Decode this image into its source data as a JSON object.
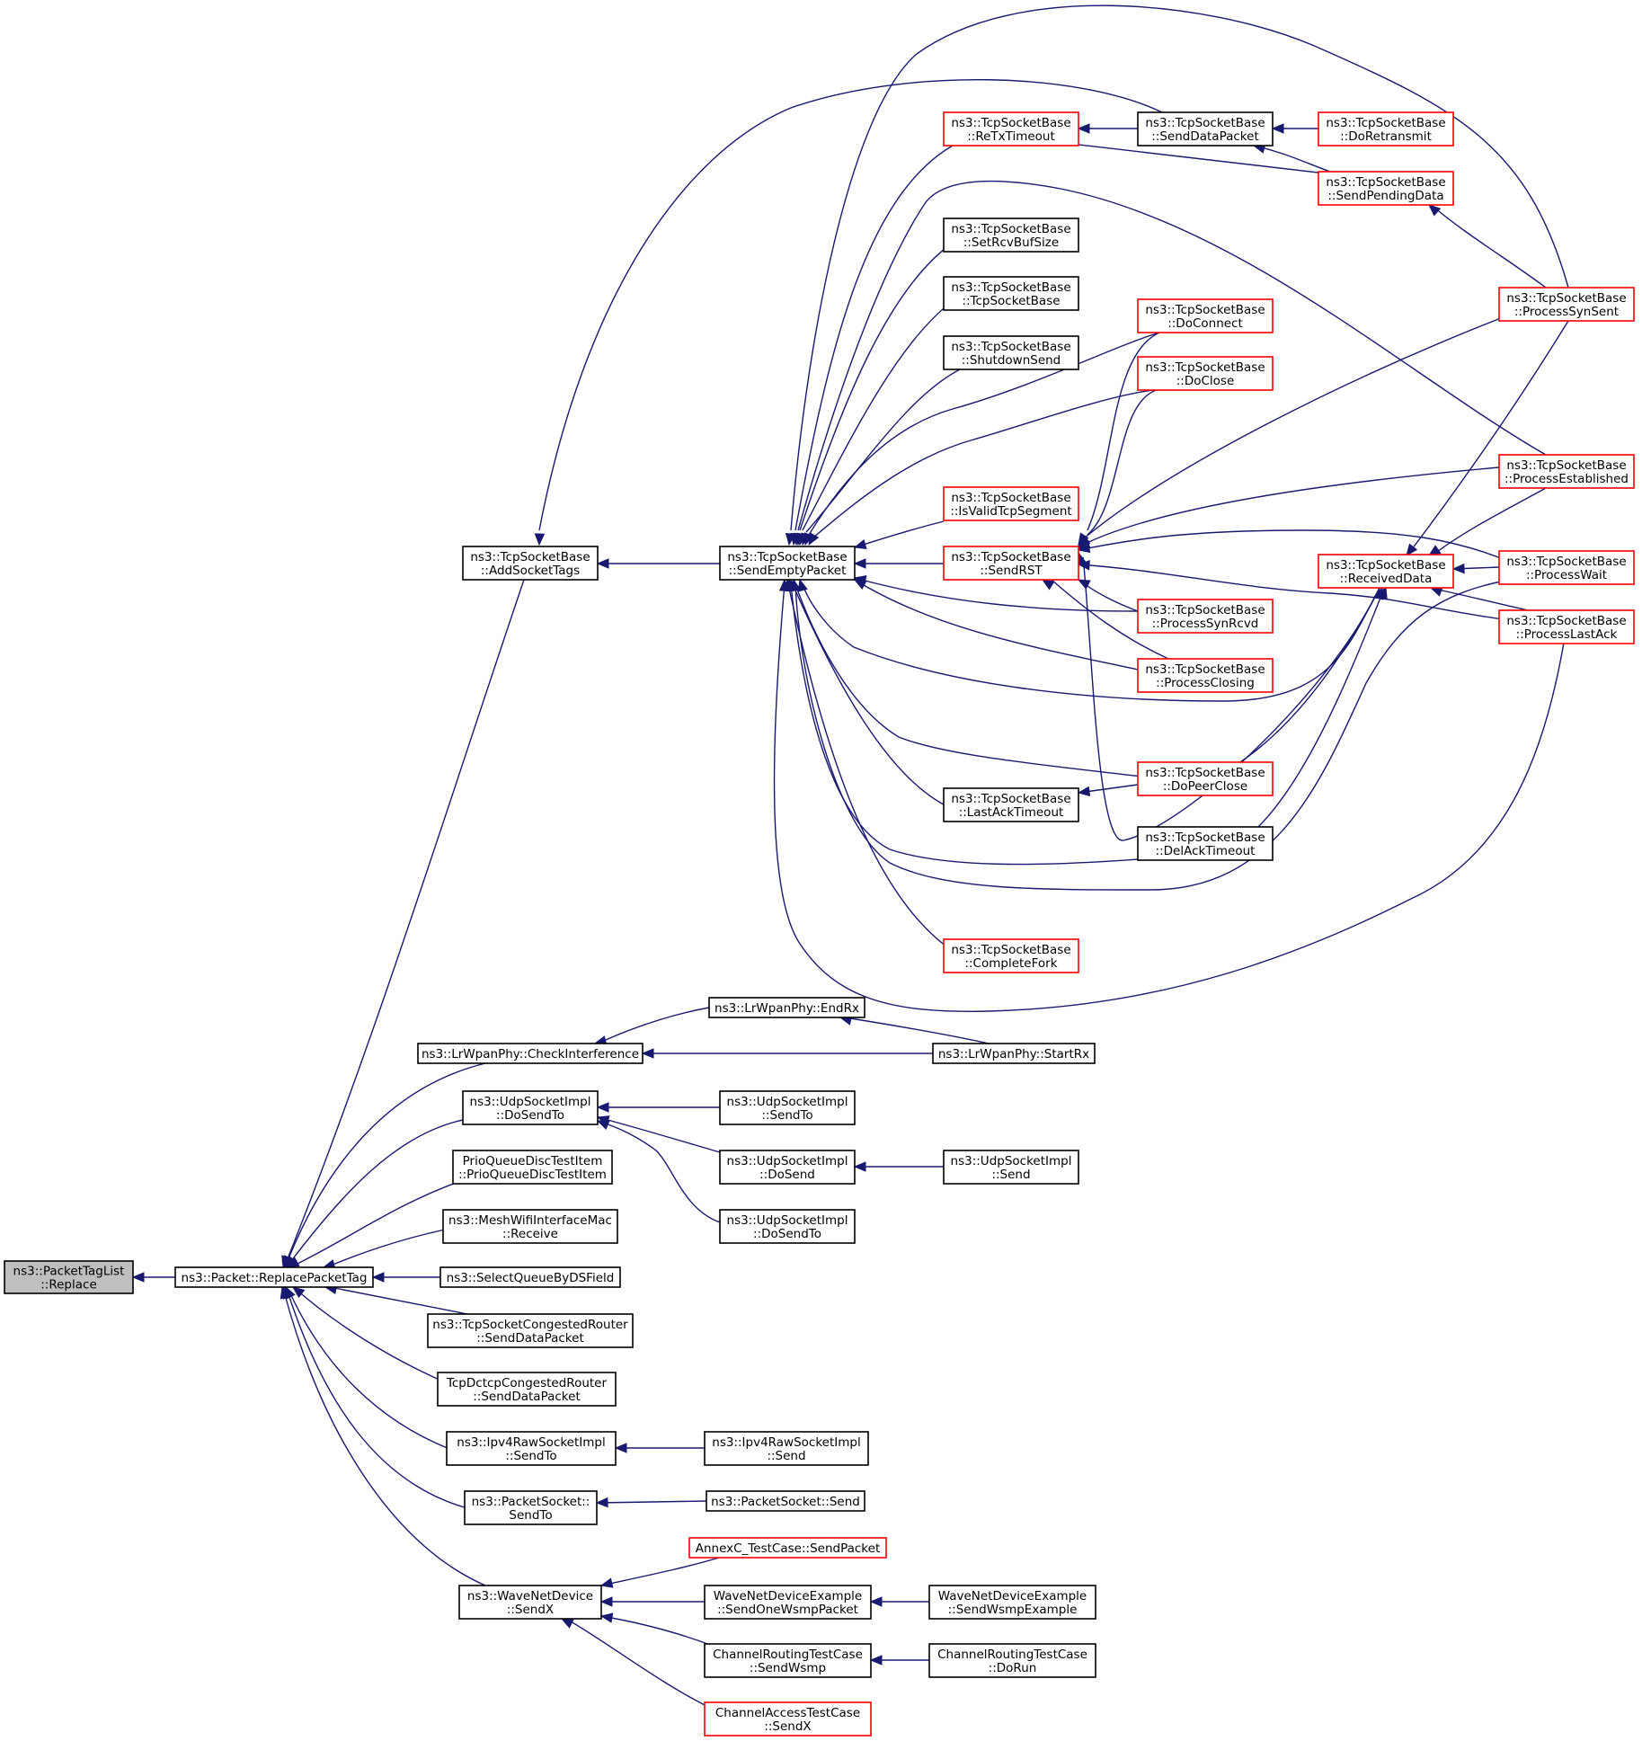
{
  "colors": {
    "edge": "#191970",
    "node_border_normal": "#000000",
    "node_border_truncated": "#ff0000",
    "node_fill": "#ffffff",
    "root_fill": "#bfbfbf"
  },
  "nodes": [
    {
      "id": "root",
      "lines": [
        "ns3::PacketTagList",
        "::Replace"
      ],
      "style": "root"
    },
    {
      "id": "replace_tag",
      "lines": [
        "ns3::Packet::ReplacePacketTag"
      ],
      "style": "normal"
    },
    {
      "id": "add_socket_tags",
      "lines": [
        "ns3::TcpSocketBase",
        "::AddSocketTags"
      ],
      "style": "normal"
    },
    {
      "id": "send_empty",
      "lines": [
        "ns3::TcpSocketBase",
        "::SendEmptyPacket"
      ],
      "style": "normal"
    },
    {
      "id": "retx_timeout",
      "lines": [
        "ns3::TcpSocketBase",
        "::ReTxTimeout"
      ],
      "style": "truncated"
    },
    {
      "id": "send_data_packet",
      "lines": [
        "ns3::TcpSocketBase",
        "::SendDataPacket"
      ],
      "style": "normal"
    },
    {
      "id": "do_retransmit",
      "lines": [
        "ns3::TcpSocketBase",
        "::DoRetransmit"
      ],
      "style": "truncated"
    },
    {
      "id": "send_pending",
      "lines": [
        "ns3::TcpSocketBase",
        "::SendPendingData"
      ],
      "style": "truncated"
    },
    {
      "id": "set_rcvbuf",
      "lines": [
        "ns3::TcpSocketBase",
        "::SetRcvBufSize"
      ],
      "style": "normal"
    },
    {
      "id": "tcp_ctor",
      "lines": [
        "ns3::TcpSocketBase",
        "::TcpSocketBase"
      ],
      "style": "normal"
    },
    {
      "id": "shutdown_send",
      "lines": [
        "ns3::TcpSocketBase",
        "::ShutdownSend"
      ],
      "style": "normal"
    },
    {
      "id": "do_connect",
      "lines": [
        "ns3::TcpSocketBase",
        "::DoConnect"
      ],
      "style": "truncated"
    },
    {
      "id": "do_close",
      "lines": [
        "ns3::TcpSocketBase",
        "::DoClose"
      ],
      "style": "truncated"
    },
    {
      "id": "is_valid_seg",
      "lines": [
        "ns3::TcpSocketBase",
        "::IsValidTcpSegment"
      ],
      "style": "truncated"
    },
    {
      "id": "send_rst",
      "lines": [
        "ns3::TcpSocketBase",
        "::SendRST"
      ],
      "style": "truncated"
    },
    {
      "id": "process_syn_sent",
      "lines": [
        "ns3::TcpSocketBase",
        "::ProcessSynSent"
      ],
      "style": "truncated"
    },
    {
      "id": "process_established",
      "lines": [
        "ns3::TcpSocketBase",
        "::ProcessEstablished"
      ],
      "style": "truncated"
    },
    {
      "id": "received_data",
      "lines": [
        "ns3::TcpSocketBase",
        "::ReceivedData"
      ],
      "style": "truncated"
    },
    {
      "id": "process_wait",
      "lines": [
        "ns3::TcpSocketBase",
        "::ProcessWait"
      ],
      "style": "truncated"
    },
    {
      "id": "process_last_ack",
      "lines": [
        "ns3::TcpSocketBase",
        "::ProcessLastAck"
      ],
      "style": "truncated"
    },
    {
      "id": "process_syn_rcvd",
      "lines": [
        "ns3::TcpSocketBase",
        "::ProcessSynRcvd"
      ],
      "style": "truncated"
    },
    {
      "id": "process_closing",
      "lines": [
        "ns3::TcpSocketBase",
        "::ProcessClosing"
      ],
      "style": "truncated"
    },
    {
      "id": "do_peer_close",
      "lines": [
        "ns3::TcpSocketBase",
        "::DoPeerClose"
      ],
      "style": "truncated"
    },
    {
      "id": "last_ack_timeout",
      "lines": [
        "ns3::TcpSocketBase",
        "::LastAckTimeout"
      ],
      "style": "normal"
    },
    {
      "id": "del_ack_timeout",
      "lines": [
        "ns3::TcpSocketBase",
        "::DelAckTimeout"
      ],
      "style": "normal"
    },
    {
      "id": "complete_fork",
      "lines": [
        "ns3::TcpSocketBase",
        "::CompleteFork"
      ],
      "style": "truncated"
    },
    {
      "id": "check_interference",
      "lines": [
        "ns3::LrWpanPhy::CheckInterference"
      ],
      "style": "normal"
    },
    {
      "id": "end_rx",
      "lines": [
        "ns3::LrWpanPhy::EndRx"
      ],
      "style": "normal"
    },
    {
      "id": "start_rx",
      "lines": [
        "ns3::LrWpanPhy::StartRx"
      ],
      "style": "normal"
    },
    {
      "id": "udp_do_send_to",
      "lines": [
        "ns3::UdpSocketImpl",
        "::DoSendTo"
      ],
      "style": "normal"
    },
    {
      "id": "udp_send_to",
      "lines": [
        "ns3::UdpSocketImpl",
        "::SendTo"
      ],
      "style": "normal"
    },
    {
      "id": "udp_do_send",
      "lines": [
        "ns3::UdpSocketImpl",
        "::DoSend"
      ],
      "style": "normal"
    },
    {
      "id": "udp_send",
      "lines": [
        "ns3::UdpSocketImpl",
        "::Send"
      ],
      "style": "normal"
    },
    {
      "id": "udp_do_send_to_2",
      "lines": [
        "ns3::UdpSocketImpl",
        "::DoSendTo"
      ],
      "style": "normal"
    },
    {
      "id": "prio_queue",
      "lines": [
        "PrioQueueDiscTestItem",
        "::PrioQueueDiscTestItem"
      ],
      "style": "normal"
    },
    {
      "id": "mesh_receive",
      "lines": [
        "ns3::MeshWifiInterfaceMac",
        "::Receive"
      ],
      "style": "normal"
    },
    {
      "id": "select_queue",
      "lines": [
        "ns3::SelectQueueByDSField"
      ],
      "style": "normal"
    },
    {
      "id": "tcp_congested",
      "lines": [
        "ns3::TcpSocketCongestedRouter",
        "::SendDataPacket"
      ],
      "style": "normal"
    },
    {
      "id": "tcp_dctcp",
      "lines": [
        "TcpDctcpCongestedRouter",
        "::SendDataPacket"
      ],
      "style": "normal"
    },
    {
      "id": "ipv4_raw_send_to",
      "lines": [
        "ns3::Ipv4RawSocketImpl",
        "::SendTo"
      ],
      "style": "normal"
    },
    {
      "id": "ipv4_raw_send",
      "lines": [
        "ns3::Ipv4RawSocketImpl",
        "::Send"
      ],
      "style": "normal"
    },
    {
      "id": "packet_socket_send_to",
      "lines": [
        "ns3::PacketSocket::",
        "SendTo"
      ],
      "style": "normal"
    },
    {
      "id": "packet_socket_send",
      "lines": [
        "ns3::PacketSocket::Send"
      ],
      "style": "normal"
    },
    {
      "id": "wave_send_x",
      "lines": [
        "ns3::WaveNetDevice",
        "::SendX"
      ],
      "style": "normal"
    },
    {
      "id": "annexc",
      "lines": [
        "AnnexC_TestCase::SendPacket"
      ],
      "style": "truncated"
    },
    {
      "id": "wave_one_wsmp",
      "lines": [
        "WaveNetDeviceExample",
        "::SendOneWsmpPacket"
      ],
      "style": "normal"
    },
    {
      "id": "wave_wsmp_example",
      "lines": [
        "WaveNetDeviceExample",
        "::SendWsmpExample"
      ],
      "style": "normal"
    },
    {
      "id": "channel_routing_wsmp",
      "lines": [
        "ChannelRoutingTestCase",
        "::SendWsmp"
      ],
      "style": "normal"
    },
    {
      "id": "channel_routing_run",
      "lines": [
        "ChannelRoutingTestCase",
        "::DoRun"
      ],
      "style": "normal"
    },
    {
      "id": "channel_access",
      "lines": [
        "ChannelAccessTestCase",
        "::SendX"
      ],
      "style": "truncated"
    }
  ],
  "edges": [
    [
      "replace_tag",
      "root"
    ],
    [
      "add_socket_tags",
      "replace_tag"
    ],
    [
      "check_interference",
      "replace_tag"
    ],
    [
      "udp_do_send_to",
      "replace_tag"
    ],
    [
      "prio_queue",
      "replace_tag"
    ],
    [
      "mesh_receive",
      "replace_tag"
    ],
    [
      "select_queue",
      "replace_tag"
    ],
    [
      "tcp_congested",
      "replace_tag"
    ],
    [
      "tcp_dctcp",
      "replace_tag"
    ],
    [
      "ipv4_raw_send_to",
      "replace_tag"
    ],
    [
      "packet_socket_send_to",
      "replace_tag"
    ],
    [
      "wave_send_x",
      "replace_tag"
    ],
    [
      "send_empty",
      "add_socket_tags"
    ],
    [
      "send_data_packet",
      "add_socket_tags"
    ],
    [
      "retx_timeout",
      "send_empty"
    ],
    [
      "process_syn_sent",
      "send_empty"
    ],
    [
      "set_rcvbuf",
      "send_empty"
    ],
    [
      "tcp_ctor",
      "send_empty"
    ],
    [
      "shutdown_send",
      "send_empty"
    ],
    [
      "do_connect",
      "send_empty"
    ],
    [
      "do_close",
      "send_empty"
    ],
    [
      "is_valid_seg",
      "send_empty"
    ],
    [
      "send_rst",
      "send_empty"
    ],
    [
      "process_established",
      "send_empty"
    ],
    [
      "process_syn_rcvd",
      "send_empty"
    ],
    [
      "process_closing",
      "send_empty"
    ],
    [
      "received_data",
      "send_empty"
    ],
    [
      "do_peer_close",
      "send_empty"
    ],
    [
      "last_ack_timeout",
      "send_empty"
    ],
    [
      "del_ack_timeout",
      "send_empty"
    ],
    [
      "process_wait",
      "send_empty"
    ],
    [
      "complete_fork",
      "send_empty"
    ],
    [
      "process_last_ack",
      "send_empty"
    ],
    [
      "send_data_packet",
      "retx_timeout"
    ],
    [
      "do_retransmit",
      "send_data_packet"
    ],
    [
      "send_pending",
      "send_data_packet"
    ],
    [
      "retx_timeout",
      "send_pending"
    ],
    [
      "process_syn_sent",
      "send_pending"
    ],
    [
      "do_connect",
      "send_rst"
    ],
    [
      "do_close",
      "send_rst"
    ],
    [
      "process_syn_sent",
      "send_rst"
    ],
    [
      "process_established",
      "send_rst"
    ],
    [
      "process_wait",
      "send_rst"
    ],
    [
      "process_last_ack",
      "send_rst"
    ],
    [
      "process_syn_rcvd",
      "send_rst"
    ],
    [
      "process_closing",
      "send_rst"
    ],
    [
      "received_data",
      "send_rst"
    ],
    [
      "process_syn_sent",
      "received_data"
    ],
    [
      "process_established",
      "received_data"
    ],
    [
      "process_wait",
      "received_data"
    ],
    [
      "process_last_ack",
      "received_data"
    ],
    [
      "do_peer_close",
      "received_data"
    ],
    [
      "del_ack_timeout",
      "received_data"
    ],
    [
      "do_peer_close",
      "last_ack_timeout"
    ],
    [
      "end_rx",
      "check_interference"
    ],
    [
      "start_rx",
      "check_interference"
    ],
    [
      "start_rx",
      "end_rx"
    ],
    [
      "udp_send_to",
      "udp_do_send_to"
    ],
    [
      "udp_do_send",
      "udp_do_send_to"
    ],
    [
      "udp_do_send_to_2",
      "udp_do_send_to"
    ],
    [
      "udp_send",
      "udp_do_send"
    ],
    [
      "ipv4_raw_send",
      "ipv4_raw_send_to"
    ],
    [
      "packet_socket_send",
      "packet_socket_send_to"
    ],
    [
      "annexc",
      "wave_send_x"
    ],
    [
      "wave_one_wsmp",
      "wave_send_x"
    ],
    [
      "channel_routing_wsmp",
      "wave_send_x"
    ],
    [
      "channel_access",
      "wave_send_x"
    ],
    [
      "wave_wsmp_example",
      "wave_one_wsmp"
    ],
    [
      "channel_routing_run",
      "channel_routing_wsmp"
    ]
  ]
}
